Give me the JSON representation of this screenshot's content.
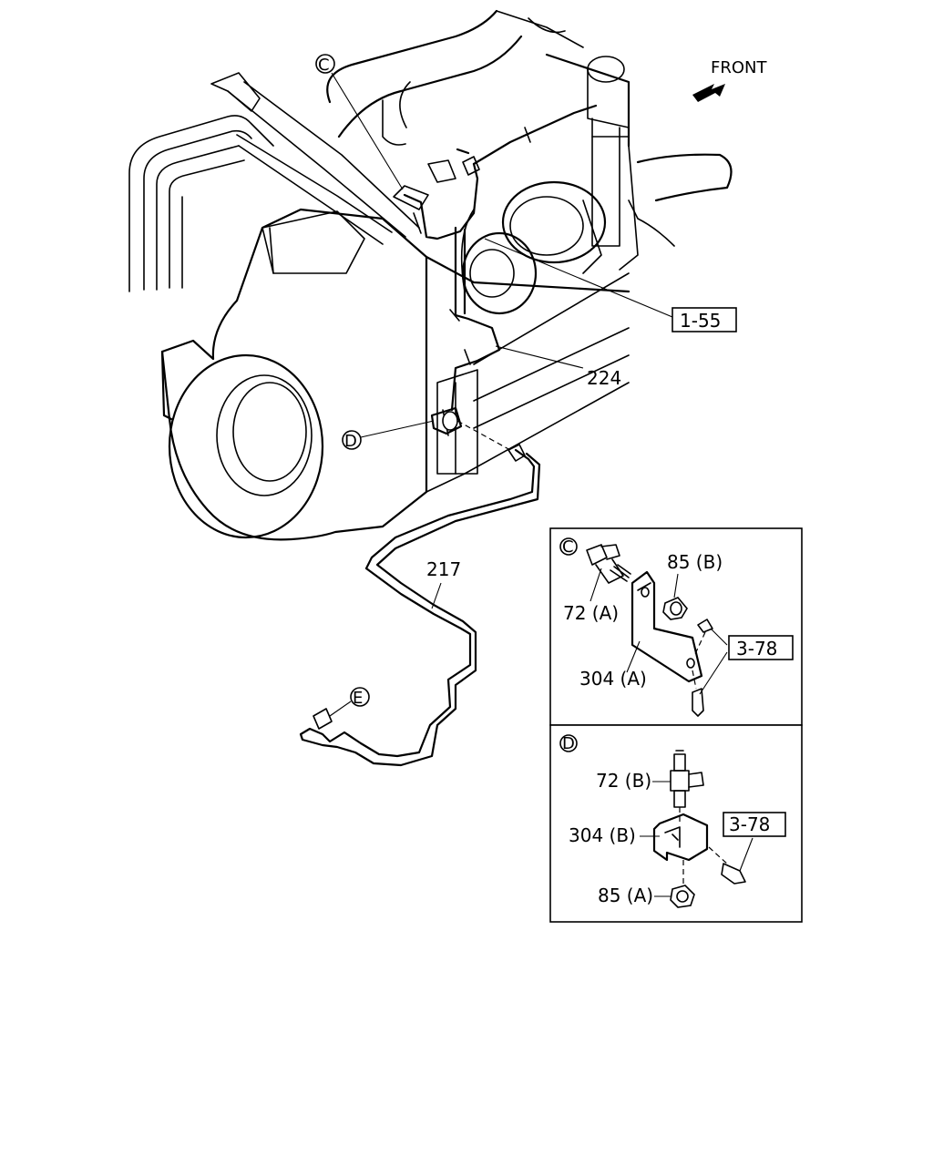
{
  "orientation": {
    "label": "FRONT"
  },
  "callouts": {
    "ref_1_55": "1-55",
    "ref_3_78_c": "3-78",
    "ref_3_78_d": "3-78",
    "part_224": "224",
    "part_217": "217",
    "circle_c": "C",
    "circle_d": "D",
    "circle_e": "E"
  },
  "detail_c": {
    "tag": "C",
    "part_72a": "72 (A)",
    "part_85b": "85 (B)",
    "part_304a": "304 (A)"
  },
  "detail_d": {
    "tag": "D",
    "part_72b": "72 (B)",
    "part_304b": "304 (B)",
    "part_85a": "85 (A)"
  }
}
